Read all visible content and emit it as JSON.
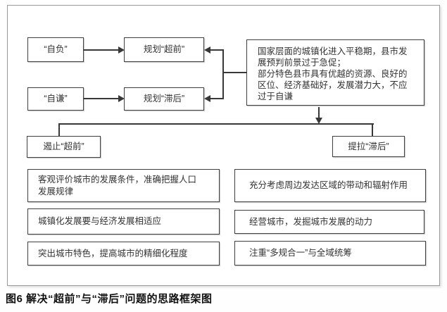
{
  "caption": "图6 解决“超前”与“滞后”问题的思路框架图",
  "boxes": {
    "zifu": "“自负”",
    "planning_ahead": "规划“超前”",
    "ziqian": "“自谦”",
    "planning_lag": "规划“滞后”",
    "context_line1": "国家层面的城镇化进入平稳期，县市发展预判前景过于急促；",
    "context_line2": "部分特色县市具有优越的资源、良好的区位、经济基础好，发展潜力大，不应过于自谦",
    "curb_ahead": "遏止“超前”",
    "lift_lag": "提拉“滞后”",
    "left_measures": [
      "客观评价城市的发展条件，准确把握人口发展规律",
      "城镇化发展要与经济发展相适应",
      "突出城市特色，提高城市的精细化程度"
    ],
    "right_measures": [
      "充分考虑周边发达区域的带动和辐射作用",
      "经营城市，发掘城市发展的动力",
      "注重“多规合一”与全域统筹"
    ]
  },
  "colors": {
    "line": "#383838",
    "box_border": "#3f3f3f",
    "frame_border": "#9a9a9a",
    "text": "#333333"
  }
}
